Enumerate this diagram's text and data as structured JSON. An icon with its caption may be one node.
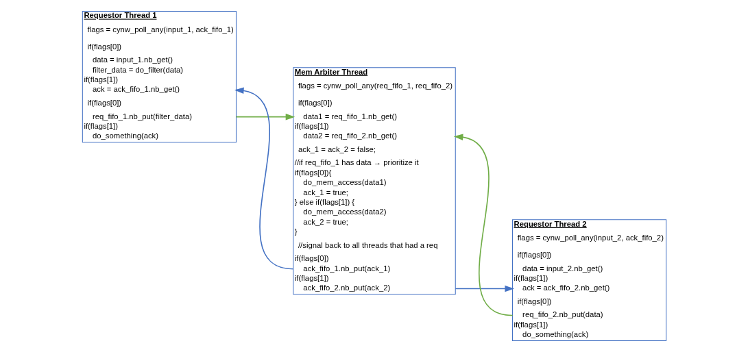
{
  "diagram": {
    "nodes": [
      {
        "text": [
          "Requestor Thread 1",
          "flags = cynw_poll_any(input_1, ack_fifo_1)",
          "if(flags[0])",
          "  data = input_1.nb_get()",
          "  filter_data = do_filter(data)",
          "if(flags[1])",
          "  ack = ack_fifo_1.nb_get()",
          "if(flags[0])",
          "  req_fifo_1.nb_put(filter_data)",
          "if(flags[1])",
          "  do_something(ack)"
        ]
      },
      {
        "text": [
          "Mem Arbiter Thread",
          "flags = cynw_poll_any(req_fifo_1, req_fifo_2)",
          "if(flags[0])",
          "  data1 = req_fifo_1.nb_get()",
          "if(flags[1])",
          "  data2 = req_fifo_2.nb_get()",
          "ack_1 = ack_2 = false;",
          "//if req_fifo_1 has data → prioritize it",
          "if(flags[0]){",
          "  do_mem_access(data1)",
          "  ack_1 = true;",
          "} else if(flags[1]) {",
          "  do_mem_access(data2)",
          "  ack_2 = true;",
          "}",
          "//signal back to all threads that had a req",
          "if(flags[0])",
          "  ack_fifo_1.nb_put(ack_1)",
          "if(flags[1])",
          "  ack_fifo_2.nb_put(ack_2)"
        ]
      },
      {
        "text": [
          "Requestor Thread 2",
          "flags = cynw_poll_any(input_2, ack_fifo_2)",
          "if(flags[0])",
          "  data = input_2.nb_get()",
          "if(flags[1])",
          "  ack = ack_fifo_2.nb_get()",
          "if(flags[0])",
          "  req_fifo_2.nb_put(data)",
          "if(flags[1])",
          "  do_something(ack)"
        ]
      }
    ],
    "edges": [
      {
        "from": 0,
        "to": 1,
        "arrow": "to",
        "color": "#70ad47"
      },
      {
        "from": 2,
        "to": 1,
        "arrow": "to",
        "color": "#70ad47"
      },
      {
        "from": 1,
        "to": 0,
        "arrow": "to",
        "color": "#4472c4"
      },
      {
        "from": 1,
        "to": 2,
        "arrow": "to",
        "color": "#4472c4"
      }
    ]
  }
}
